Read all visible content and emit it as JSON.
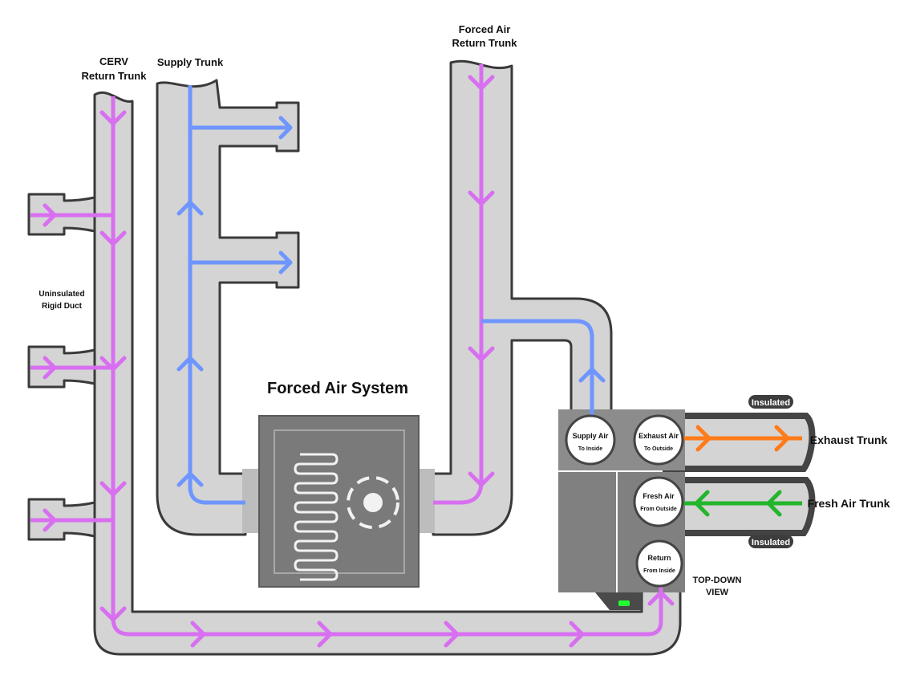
{
  "labels": {
    "cerv_return_trunk": [
      "CERV",
      "Return Trunk"
    ],
    "supply_trunk": "Supply Trunk",
    "forced_air_return_trunk": [
      "Forced Air",
      "Return Trunk"
    ],
    "uninsulated_rigid_duct": [
      "Uninsulated",
      "Rigid Duct"
    ],
    "forced_air_system": "Forced Air System",
    "exhaust_trunk": "Exhaust Trunk",
    "fresh_air_trunk": "Fresh Air Trunk",
    "insulated_top": "Insulated",
    "insulated_bottom": "Insulated",
    "top_down_view": [
      "TOP-DOWN",
      "VIEW"
    ]
  },
  "ports": {
    "supply": {
      "title": "Supply Air",
      "sub": "To Inside"
    },
    "exhaust": {
      "title": "Exhaust Air",
      "sub": "To Outside"
    },
    "fresh": {
      "title": "Fresh Air",
      "sub": "From Outside"
    },
    "return": {
      "title": "Return",
      "sub": "From Inside"
    }
  },
  "colors": {
    "duct_fill": "#d4d4d4",
    "duct_outline": "#3a3a3a",
    "return_air": "#d86ff0",
    "supply_air": "#6f95ff",
    "exhaust_air": "#ff7b1a",
    "fresh_air": "#23b52c",
    "furnace": "#7a7a7a",
    "cerv_unit": "#808080",
    "status_led": "#22ff33",
    "badge": "#3d3d3d"
  },
  "icons": [
    "heat-exchanger-coil-icon",
    "blower-fan-icon",
    "flow-arrow-icon"
  ]
}
